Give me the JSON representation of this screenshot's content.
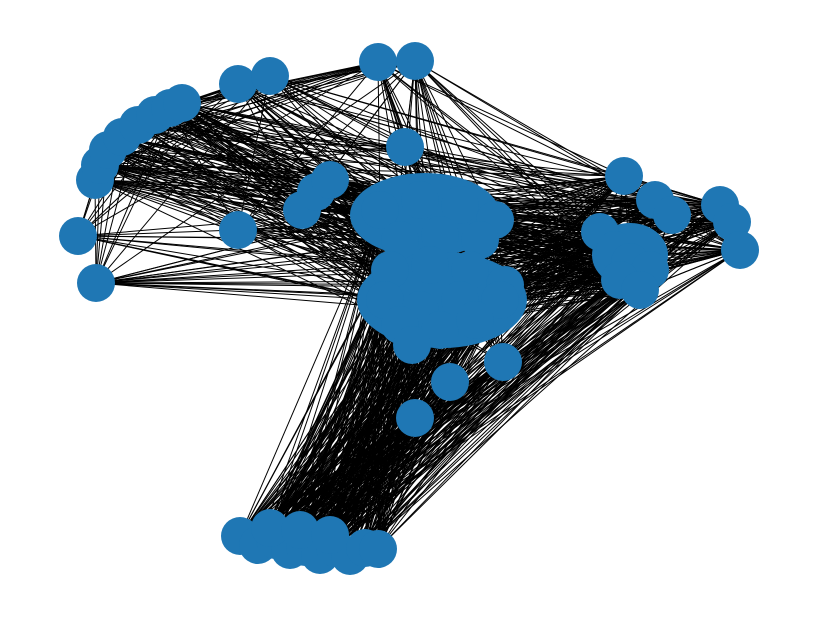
{
  "diagram": {
    "type": "network-graph",
    "node_color": "#1f77b4",
    "edge_color": "#000000",
    "background": "#ffffff",
    "labels_shown": false,
    "clusters": [
      {
        "name": "top-left-arc"
      },
      {
        "name": "left-side"
      },
      {
        "name": "top-center"
      },
      {
        "name": "center-hub"
      },
      {
        "name": "right-cluster"
      },
      {
        "name": "center-lower"
      },
      {
        "name": "bottom-cluster"
      }
    ]
  }
}
